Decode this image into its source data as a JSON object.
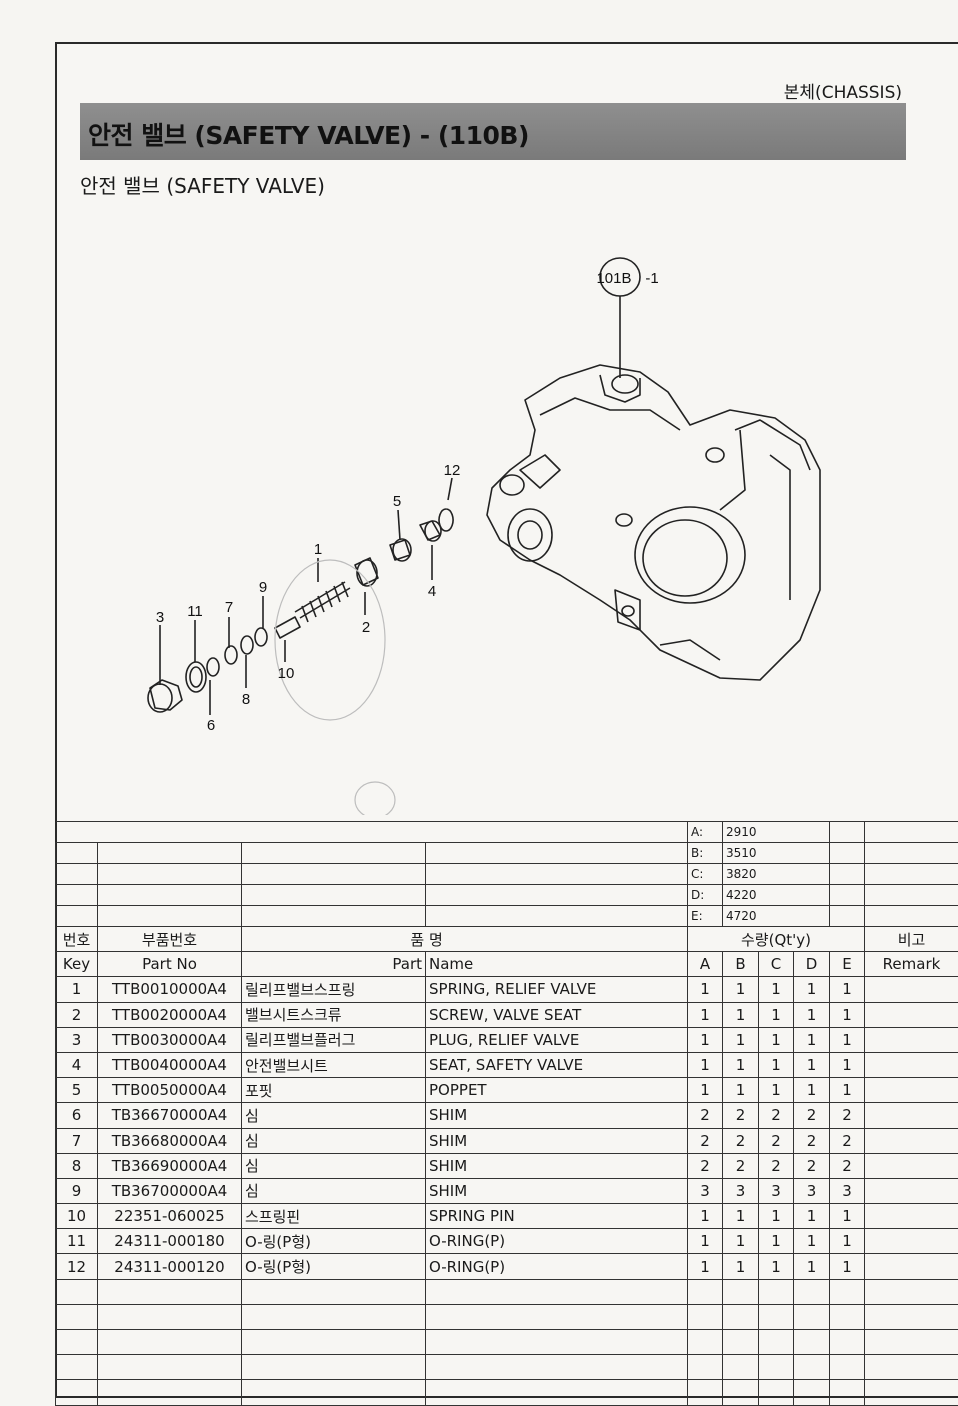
{
  "header": {
    "section": "본체(CHASSIS)",
    "title": "안전 밸브 (SAFETY VALVE) - (110B)",
    "subtitle": "안전 밸브 (SAFETY VALVE)"
  },
  "diagram": {
    "reference_label": "101B",
    "reference_suffix": "-1",
    "callouts": [
      "1",
      "2",
      "3",
      "4",
      "5",
      "6",
      "7",
      "8",
      "9",
      "10",
      "11",
      "12"
    ]
  },
  "models": [
    {
      "code": "A:",
      "value": "2910"
    },
    {
      "code": "B:",
      "value": "3510"
    },
    {
      "code": "C:",
      "value": "3820"
    },
    {
      "code": "D:",
      "value": "4220"
    },
    {
      "code": "E:",
      "value": "4720"
    }
  ],
  "table": {
    "headers_ko": {
      "key": "번호",
      "part_no": "부품번호",
      "name_left": "품",
      "name_right": "명",
      "qty": "수량(Qt'y)",
      "remark": "비고"
    },
    "headers_en": {
      "key": "Key",
      "part_no": "Part No",
      "name_left": "Part",
      "name_right": "Name",
      "a": "A",
      "b": "B",
      "c": "C",
      "d": "D",
      "e": "E",
      "remark": "Remark"
    },
    "rows": [
      {
        "key": "1",
        "part_no": "TTB0010000A4",
        "name_ko": "릴리프밸브스프링",
        "name_en": "SPRING, RELIEF VALVE",
        "a": "1",
        "b": "1",
        "c": "1",
        "d": "1",
        "e": "1"
      },
      {
        "key": "2",
        "part_no": "TTB0020000A4",
        "name_ko": "밸브시트스크류",
        "name_en": "SCREW, VALVE SEAT",
        "a": "1",
        "b": "1",
        "c": "1",
        "d": "1",
        "e": "1"
      },
      {
        "key": "3",
        "part_no": "TTB0030000A4",
        "name_ko": "릴리프밸브플러그",
        "name_en": "PLUG, RELIEF VALVE",
        "a": "1",
        "b": "1",
        "c": "1",
        "d": "1",
        "e": "1"
      },
      {
        "key": "4",
        "part_no": "TTB0040000A4",
        "name_ko": "안전밸브시트",
        "name_en": "SEAT, SAFETY VALVE",
        "a": "1",
        "b": "1",
        "c": "1",
        "d": "1",
        "e": "1"
      },
      {
        "key": "5",
        "part_no": "TTB0050000A4",
        "name_ko": "포핏",
        "name_en": "POPPET",
        "a": "1",
        "b": "1",
        "c": "1",
        "d": "1",
        "e": "1"
      },
      {
        "key": "6",
        "part_no": "TB36670000A4",
        "name_ko": "심",
        "name_en": "SHIM",
        "a": "2",
        "b": "2",
        "c": "2",
        "d": "2",
        "e": "2"
      },
      {
        "key": "7",
        "part_no": "TB36680000A4",
        "name_ko": "심",
        "name_en": "SHIM",
        "a": "2",
        "b": "2",
        "c": "2",
        "d": "2",
        "e": "2"
      },
      {
        "key": "8",
        "part_no": "TB36690000A4",
        "name_ko": "심",
        "name_en": "SHIM",
        "a": "2",
        "b": "2",
        "c": "2",
        "d": "2",
        "e": "2"
      },
      {
        "key": "9",
        "part_no": "TB36700000A4",
        "name_ko": "심",
        "name_en": "SHIM",
        "a": "3",
        "b": "3",
        "c": "3",
        "d": "3",
        "e": "3"
      },
      {
        "key": "10",
        "part_no": "22351-060025",
        "name_ko": "스프링핀",
        "name_en": "SPRING PIN",
        "a": "1",
        "b": "1",
        "c": "1",
        "d": "1",
        "e": "1"
      },
      {
        "key": "11",
        "part_no": "24311-000180",
        "name_ko": "O-링(P형)",
        "name_en": "O-RING(P)",
        "a": "1",
        "b": "1",
        "c": "1",
        "d": "1",
        "e": "1"
      },
      {
        "key": "12",
        "part_no": "24311-000120",
        "name_ko": "O-링(P형)",
        "name_en": "O-RING(P)",
        "a": "1",
        "b": "1",
        "c": "1",
        "d": "1",
        "e": "1"
      }
    ]
  }
}
